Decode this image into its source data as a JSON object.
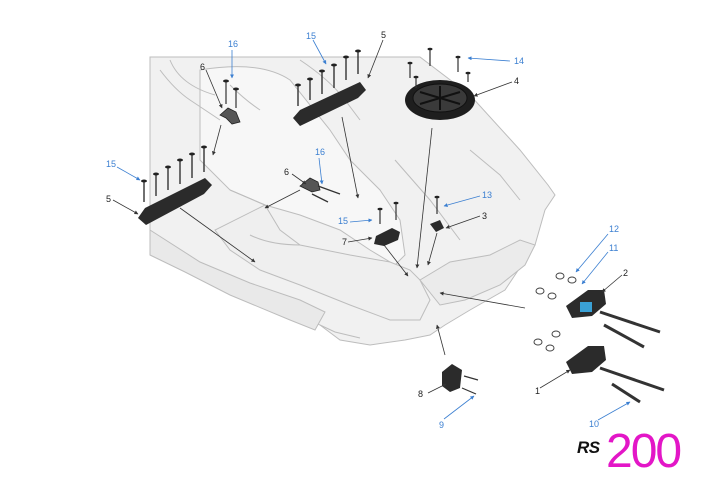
{
  "diagram": {
    "callouts": [
      {
        "id": "c16a",
        "text": "16",
        "color": "blue"
      },
      {
        "id": "c15a",
        "text": "15",
        "color": "blue"
      },
      {
        "id": "c5a",
        "text": "5",
        "color": "black"
      },
      {
        "id": "c14",
        "text": "14",
        "color": "blue"
      },
      {
        "id": "c4",
        "text": "4",
        "color": "black"
      },
      {
        "id": "c6a",
        "text": "6",
        "color": "black"
      },
      {
        "id": "c15b",
        "text": "15",
        "color": "blue"
      },
      {
        "id": "c16b",
        "text": "16",
        "color": "blue"
      },
      {
        "id": "c6b",
        "text": "6",
        "color": "black"
      },
      {
        "id": "c5b",
        "text": "5",
        "color": "black"
      },
      {
        "id": "c13",
        "text": "13",
        "color": "blue"
      },
      {
        "id": "c15c",
        "text": "15",
        "color": "blue"
      },
      {
        "id": "c3",
        "text": "3",
        "color": "black"
      },
      {
        "id": "c7",
        "text": "7",
        "color": "black"
      },
      {
        "id": "c12",
        "text": "12",
        "color": "blue"
      },
      {
        "id": "c11",
        "text": "11",
        "color": "blue"
      },
      {
        "id": "c2",
        "text": "2",
        "color": "black"
      },
      {
        "id": "c1",
        "text": "1",
        "color": "black"
      },
      {
        "id": "c8",
        "text": "8",
        "color": "black"
      },
      {
        "id": "c9",
        "text": "9",
        "color": "blue"
      },
      {
        "id": "c10",
        "text": "10",
        "color": "blue"
      }
    ]
  },
  "logo": {
    "prefix": "RS",
    "number": "200",
    "number_color": "#e316c7"
  },
  "colors": {
    "label_blue": "#3b7fd1",
    "label_black": "#222222",
    "hull_outline": "#bdbdbd",
    "hull_fill": "#f1f1f1",
    "part_dark": "#2b2b2b"
  }
}
